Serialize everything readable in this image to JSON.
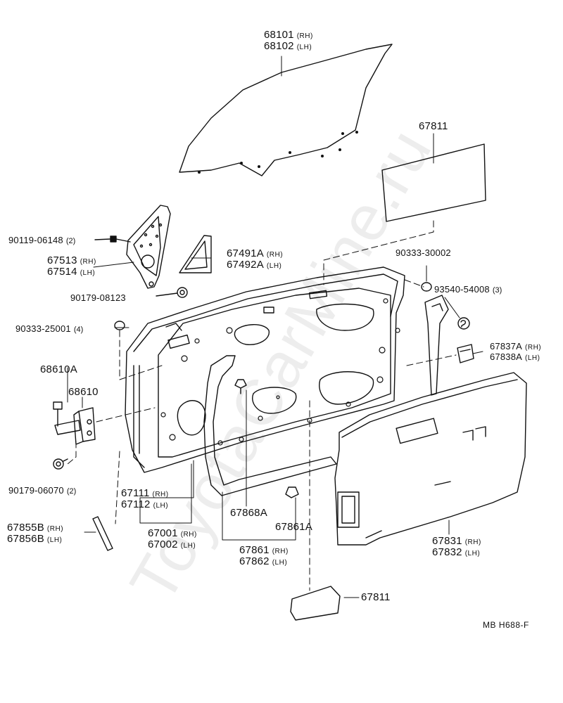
{
  "watermark": "ToyotaCarMine.ru",
  "reference_code": "MB  H688-F",
  "side_tags": {
    "rh": "(RH)",
    "lh": "(LH)"
  },
  "parts": {
    "p68101": "68101",
    "p68102": "68102",
    "p67811_top": "67811",
    "p90119": "90119-06148",
    "q90119": "(2)",
    "p67513": "67513",
    "p67514": "67514",
    "p67491A": "67491A",
    "p67492A": "67492A",
    "p90179_08123": "90179-08123",
    "p90333_30002": "90333-30002",
    "p93540": "93540-54008",
    "q93540": "(3)",
    "p90333_25001": "90333-25001",
    "q90333_25001": "(4)",
    "p67837A": "67837A",
    "p67838A": "67838A",
    "p68610A": "68610A",
    "p68610": "68610",
    "p90179_06070": "90179-06070",
    "q90179_06070": "(2)",
    "p67111": "67111",
    "p67112": "67112",
    "p67001": "67001",
    "p67002": "67002",
    "p67855B": "67855B",
    "p67856B": "67856B",
    "p67868A": "67868A",
    "p67861A": "67861A",
    "p67861": "67861",
    "p67862": "67862",
    "p67831": "67831",
    "p67832": "67832",
    "p67811_bottom": "67811"
  }
}
